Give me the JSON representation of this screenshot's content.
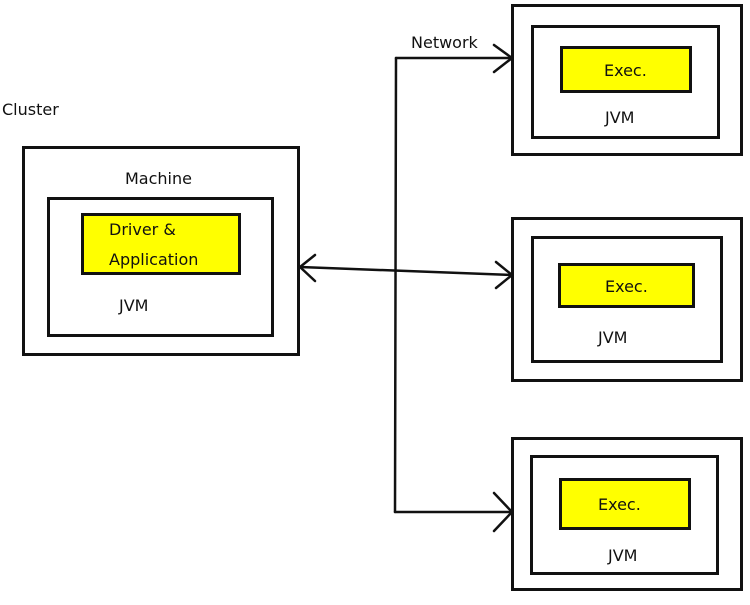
{
  "labels": {
    "cluster": "Cluster",
    "machine": "Machine",
    "network": "Network",
    "driver_line1": "Driver &",
    "driver_line2": "Application",
    "jvm": "JVM",
    "exec": "Exec."
  },
  "colors": {
    "highlight": "#ffff00",
    "stroke": "#111111"
  }
}
